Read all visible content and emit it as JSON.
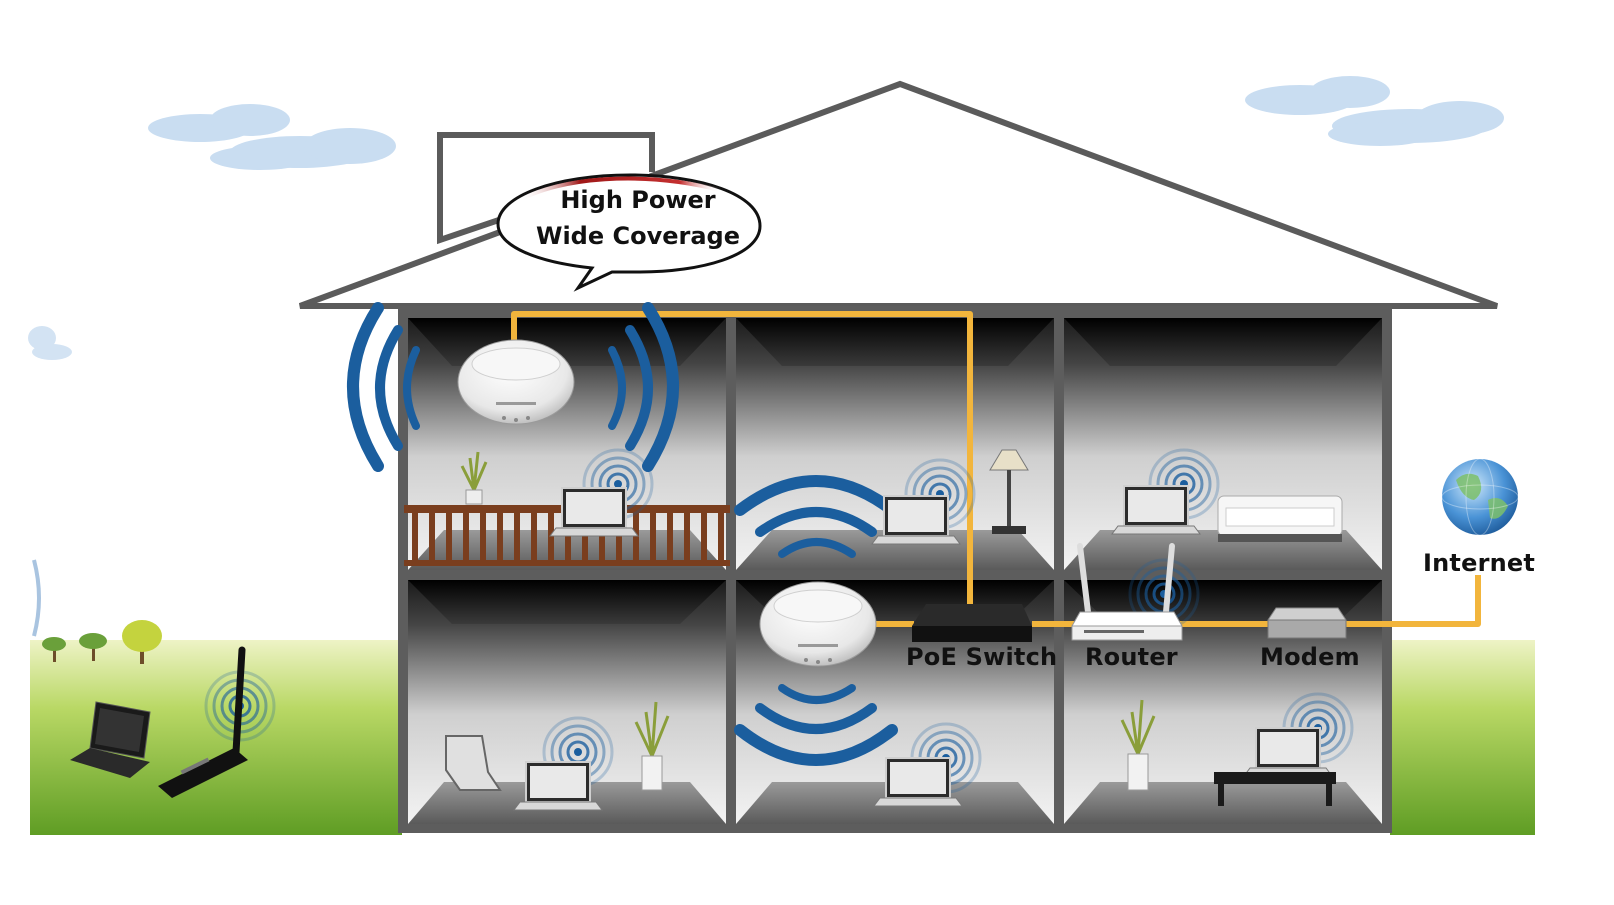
{
  "callout": {
    "line1": "High Power",
    "line2": "Wide Coverage"
  },
  "labels": {
    "poe_switch": "PoE Switch",
    "router": "Router",
    "modem": "Modem",
    "internet": "Internet"
  },
  "colors": {
    "cable": "#f2b53c",
    "wifi_wave": "#1b5e9e",
    "house_wall": "#5b5b5b",
    "grass": "#8cbf3a",
    "sky_cloud": "#bcd6ee",
    "callout_arc": "#b02020"
  },
  "icons": {
    "access_point": "ceiling-access-point-icon",
    "switch": "switch-icon",
    "router": "router-icon",
    "modem": "modem-icon",
    "globe": "globe-icon",
    "laptop": "laptop-icon",
    "usb_adapter": "usb-wifi-adapter-icon"
  }
}
